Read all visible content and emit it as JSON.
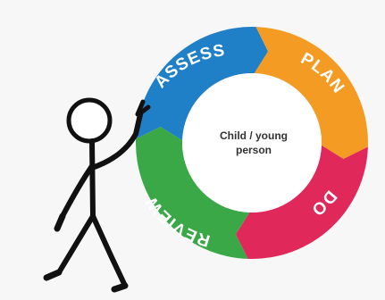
{
  "cycle": {
    "center_text": [
      "Child / young",
      "person"
    ],
    "segments": [
      {
        "label": "ASSESS",
        "color": "#1f7fc7"
      },
      {
        "label": "PLAN",
        "color": "#f39b23"
      },
      {
        "label": "DO",
        "color": "#e0285a"
      },
      {
        "label": "REVIEW",
        "color": "#3aa846"
      }
    ]
  }
}
